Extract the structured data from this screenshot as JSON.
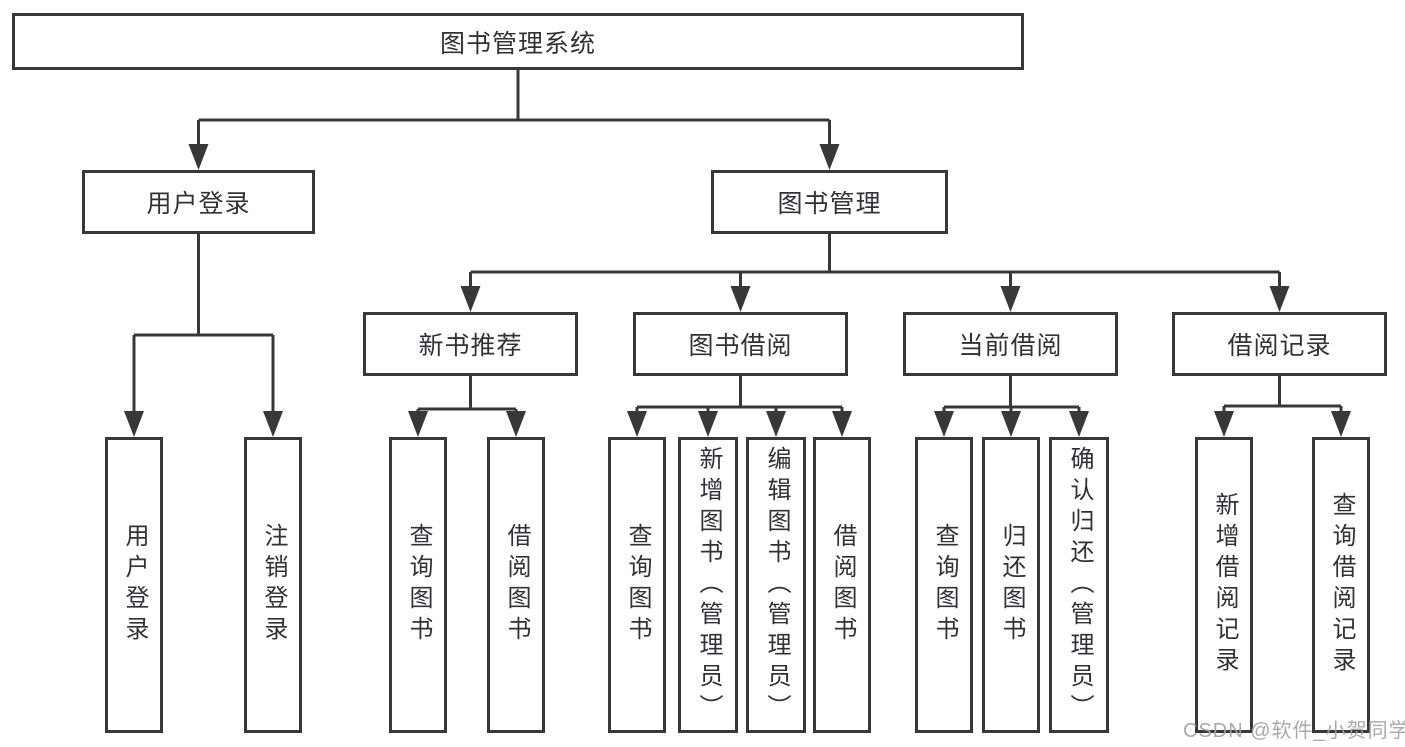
{
  "diagram": {
    "root": {
      "label": "图书管理系统"
    },
    "branches": [
      {
        "label": "用户登录",
        "children": [
          {
            "label": "用户登录"
          },
          {
            "label": "注销登录"
          }
        ]
      },
      {
        "label": "图书管理",
        "children": [
          {
            "label": "新书推荐",
            "children": [
              {
                "label": "查询图书"
              },
              {
                "label": "借阅图书"
              }
            ]
          },
          {
            "label": "图书借阅",
            "children": [
              {
                "label": "查询图书"
              },
              {
                "label": "新增图书（管理员）"
              },
              {
                "label": "编辑图书（管理员）"
              },
              {
                "label": "借阅图书"
              }
            ]
          },
          {
            "label": "当前借阅",
            "children": [
              {
                "label": "查询图书"
              },
              {
                "label": "归还图书"
              },
              {
                "label": "确认归还（管理员）"
              }
            ]
          },
          {
            "label": "借阅记录",
            "children": [
              {
                "label": "新增借阅记录"
              },
              {
                "label": "查询借阅记录"
              }
            ]
          }
        ]
      }
    ]
  },
  "watermark": {
    "text": "CSDN @软件_小贺同学"
  },
  "colors": {
    "line": "#383838",
    "box_border": "#383838",
    "text": "#2f3338",
    "background": "#ffffff",
    "watermark": "#9ea3aa"
  }
}
